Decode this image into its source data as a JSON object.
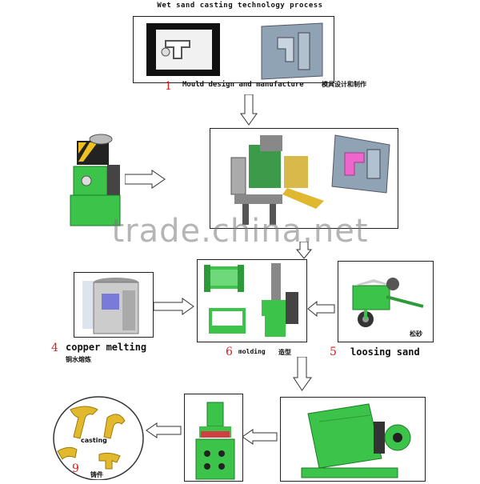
{
  "title": "Wet sand casting technology process",
  "steps": {
    "s1": {
      "number": "1",
      "label": "Mould design and manufacture",
      "cn": "模具设计和制作"
    },
    "s4": {
      "number": "4",
      "label": "copper melting",
      "cn": "铜水熔炼"
    },
    "s5": {
      "number": "5",
      "label": "loosing sand",
      "cn": "松砂"
    },
    "s6": {
      "number": "6",
      "label": "molding",
      "cn": "造型"
    },
    "s9": {
      "number": "9",
      "label": "casting",
      "cn": "铸件"
    }
  },
  "watermark": "trade.china.net",
  "colors": {
    "accent_red": "#d42020",
    "machine_green": "#3cc44a"
  }
}
